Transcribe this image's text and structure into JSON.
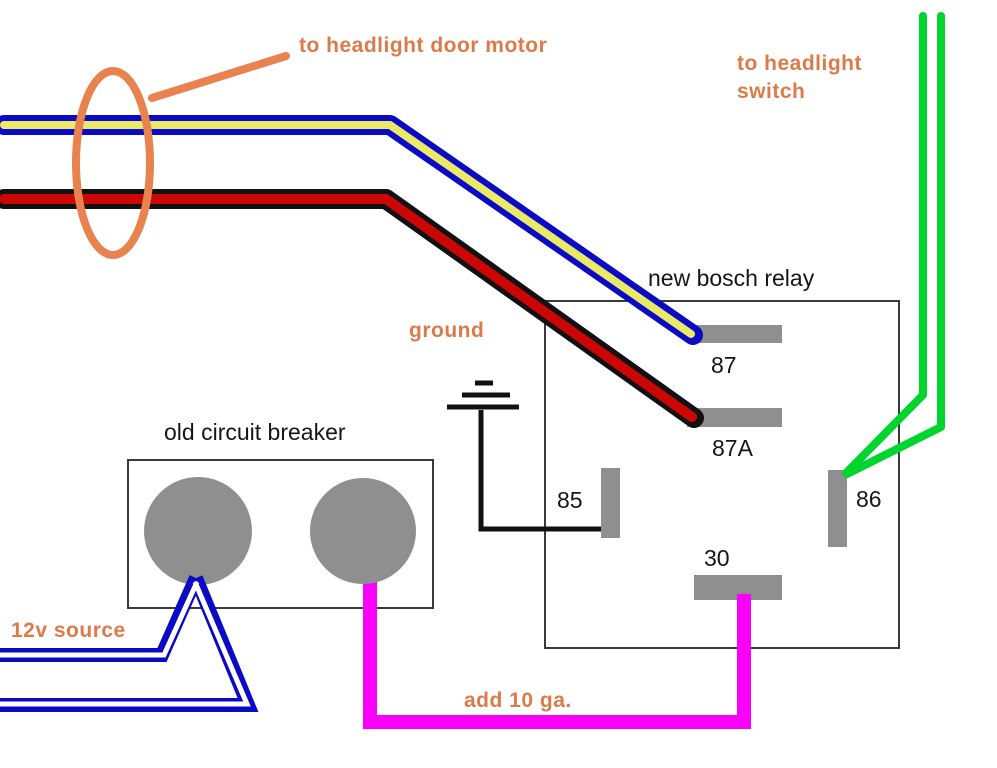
{
  "diagram": {
    "annotations": {
      "door_motor": "to headlight door motor",
      "headlight_switch": "to headlight switch",
      "ground": "ground",
      "source": "12v source",
      "gauge": "add 10 ga."
    },
    "relay": {
      "title": "new bosch relay",
      "pins": {
        "p87": "87",
        "p87a": "87A",
        "p85": "85",
        "p86": "86",
        "p30": "30"
      }
    },
    "breaker": {
      "title": "old circuit breaker"
    },
    "wires": [
      {
        "id": "door-motor-bundle-1",
        "colors": [
          "blue",
          "yellow"
        ],
        "connects": "headlight door motor harness to relay pin 87"
      },
      {
        "id": "door-motor-bundle-2",
        "colors": [
          "black",
          "red"
        ],
        "connects": "headlight door motor harness to relay pin 87A"
      },
      {
        "id": "switch-wires",
        "colors": [
          "green",
          "green"
        ],
        "connects": "headlight switch to relay pin 86"
      },
      {
        "id": "ground-wire",
        "colors": [
          "black"
        ],
        "connects": "ground symbol to relay pin 85"
      },
      {
        "id": "source-wire",
        "colors": [
          "blue"
        ],
        "connects": "12v source to old circuit breaker left terminal"
      },
      {
        "id": "added-wire",
        "colors": [
          "magenta"
        ],
        "connects": "old circuit breaker right terminal to relay pin 30 (add 10 ga.)"
      }
    ],
    "colors": {
      "wire_blue": "#0b0bc6",
      "wire_yellow": "#eaea66",
      "wire_red": "#cc0505",
      "wire_black": "#111111",
      "wire_green": "#00d42e",
      "wire_magenta": "#fa00fa",
      "annotation_orange": "#e8824e",
      "text_orange": "#dc7b49",
      "pin_gray": "#8f8f8f",
      "box_border": "#3a3a3a"
    }
  }
}
